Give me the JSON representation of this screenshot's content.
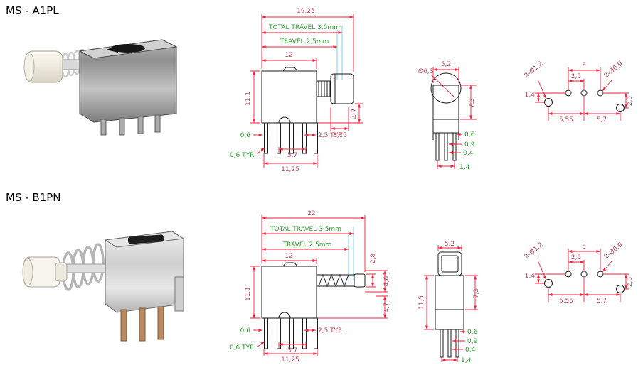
{
  "page": {
    "background": "#ffffff"
  },
  "colors": {
    "outline": "#1a1a1a",
    "dimension_line": "#f5203c",
    "dimension_text": "#b5495b",
    "travel_text": "#2f9e2f",
    "travel_guide": "#a8dbe8"
  },
  "a1pl": {
    "title": "MS - A1PL",
    "side": {
      "total_width": "19,25",
      "total_travel": "TOTAL TRAVEL 3.5mm",
      "travel": "TRAVEL 2,5mm",
      "body_width": "12",
      "body_height": "11,1",
      "plunger_height": "4,7",
      "cap_width": "3,75",
      "pin_thickness": "0,6",
      "pin_thickness_typ": "0,6 TYP.",
      "pin_span": "5,7",
      "pin_pitch_typ": "2,5 TYP.",
      "pin_row_width": "11,25"
    },
    "front": {
      "top_width": "5,2",
      "knob_diameter": "Ø6,3",
      "upper_height": "7,3",
      "dim_1": "0,6",
      "dim_2": "0,9",
      "dim_3": "0,4",
      "dim_4": "1,4"
    },
    "pcb": {
      "mount_holes": "2-Ø1,2",
      "outer_span": "5",
      "pitch": "2,5",
      "terminal_holes": "2-Ø0,9",
      "left_offset": "1,4",
      "left_span": "5,55",
      "right_span": "5,7",
      "right_offset": "2,3"
    }
  },
  "b1pn": {
    "title": "MS - B1PN",
    "side": {
      "total_width": "22",
      "total_travel": "TOTAL TRAVEL 3,5mm",
      "travel": "TRAVEL 2,5mm",
      "body_width": "12",
      "shaft_height": "2,8",
      "body_height": "11,1",
      "cap_height": "4,6",
      "lower_height": "4,7",
      "pin_thickness": "0,6",
      "pin_thickness_typ": "0,6 TYP.",
      "pin_span": "5,7",
      "pin_pitch_typ": "2,5 TYP.",
      "pin_row_width": "11,25"
    },
    "front": {
      "top_width": "5,2",
      "body_height": "11,5",
      "upper_height": "7,3",
      "dim_1": "0,6",
      "dim_2": "0,9",
      "dim_3": "0,4",
      "dim_4": "1,4"
    },
    "pcb": {
      "mount_holes": "2-Ø1,2",
      "outer_span": "5",
      "pitch": "2,5",
      "terminal_holes": "2-Ø0,9",
      "left_offset": "1,4",
      "left_span": "5,55",
      "right_span": "5,7",
      "right_offset": "2,3"
    }
  }
}
